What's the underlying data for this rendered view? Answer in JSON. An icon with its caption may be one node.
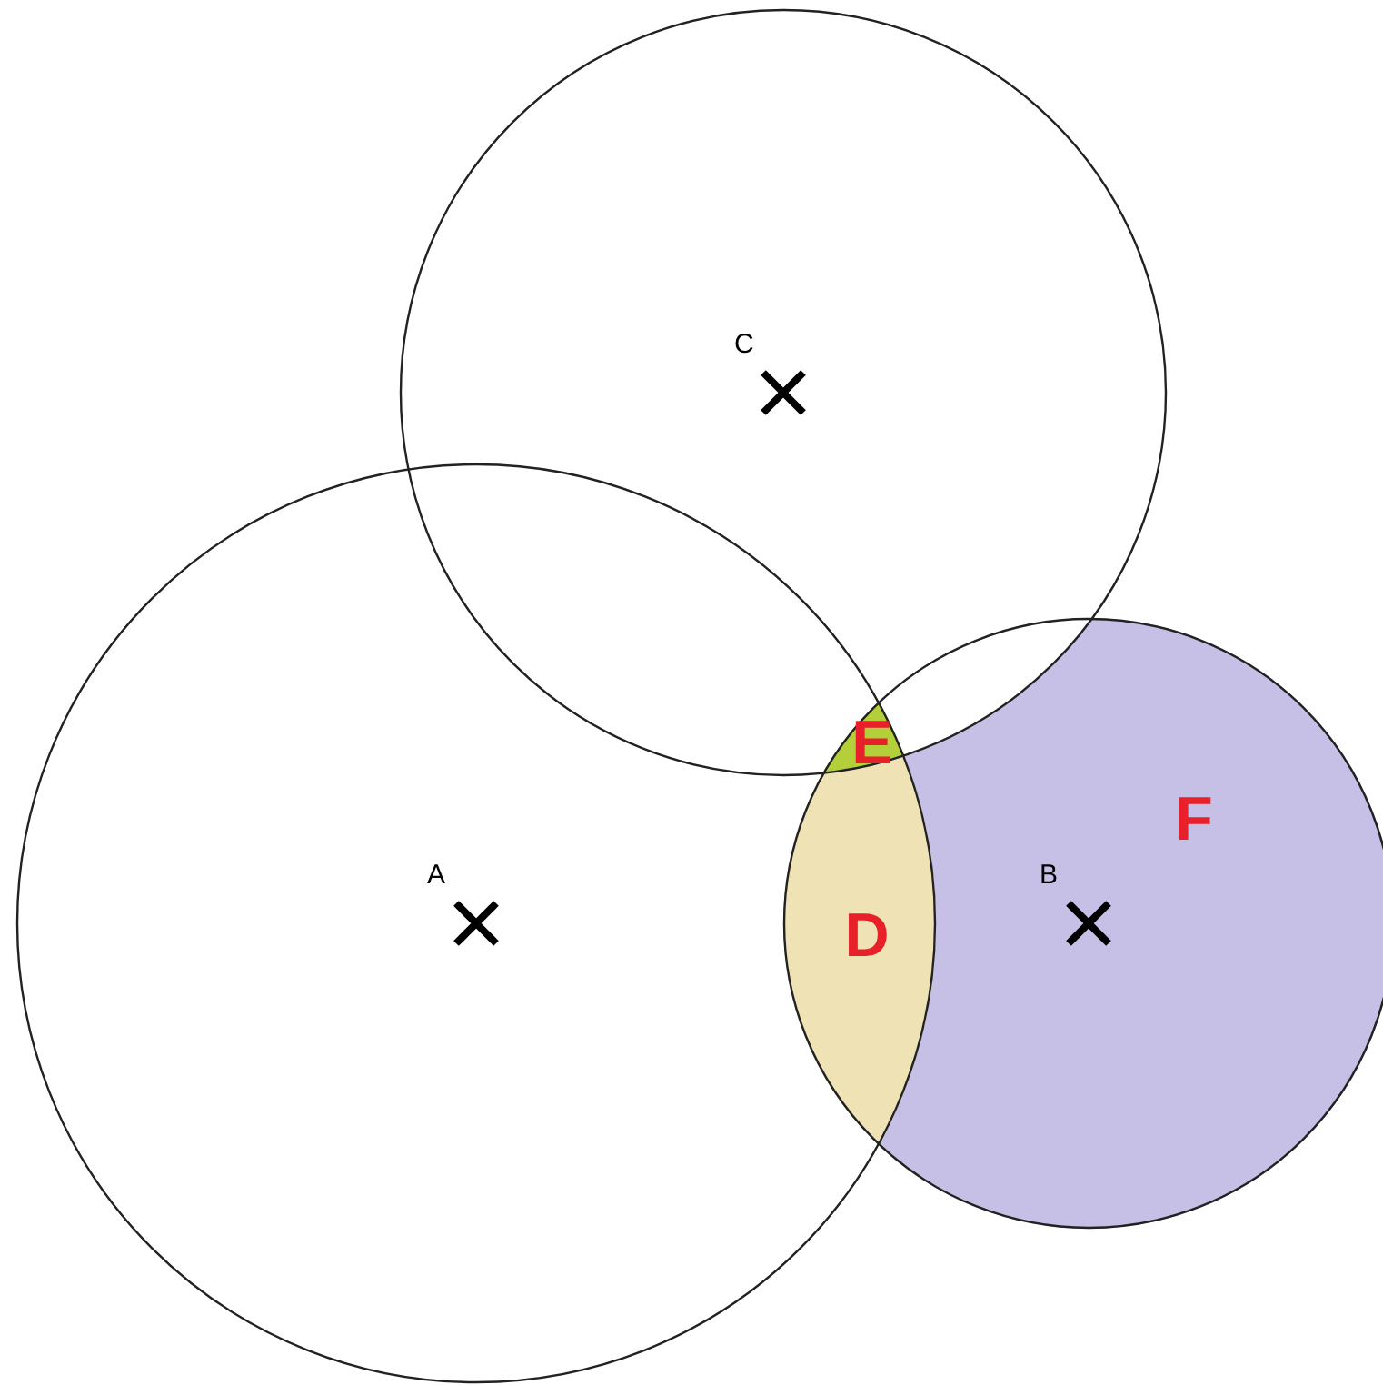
{
  "diagram": {
    "nodes": [
      {
        "text": [
          "C"
        ]
      },
      {
        "text": [
          "A"
        ]
      },
      {
        "text": [
          "B"
        ]
      }
    ],
    "labels": [
      "E",
      "F",
      "D"
    ]
  }
}
